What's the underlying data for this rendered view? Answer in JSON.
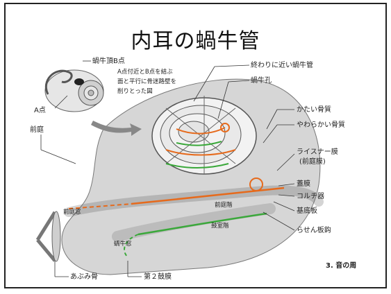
{
  "title": "内耳の蝸牛管",
  "labels": {
    "apex_b": "蝸牛頂B点",
    "note_line1": "A点付近とB点を結ぶ",
    "note_line2": "面と平行に骨迷路壁を",
    "note_line3": "削りとった図",
    "point_a": "A点",
    "vestibule": "前庭",
    "near_end": "終わりに近い蝸牛管",
    "helicotrema": "蝸牛孔",
    "hard_bone": "かたい骨質",
    "soft_bone": "やわらかい骨質",
    "reissner_1": "ライスナー膜",
    "reissner_2": "(前庭膜)",
    "tectorial": "蓋膜",
    "corti": "コルチ器",
    "basilar": "基底板",
    "spiral_lamina": "らせん板鈎",
    "oval_window": "前庭窓",
    "scala_vestibuli": "前庭階",
    "scala_tympani": "鼓室階",
    "round_window": "蝸牛窓",
    "stapes": "あぶみ骨",
    "second_tympanic": "第２鼓膜",
    "section": "3. 音の周"
  }
}
